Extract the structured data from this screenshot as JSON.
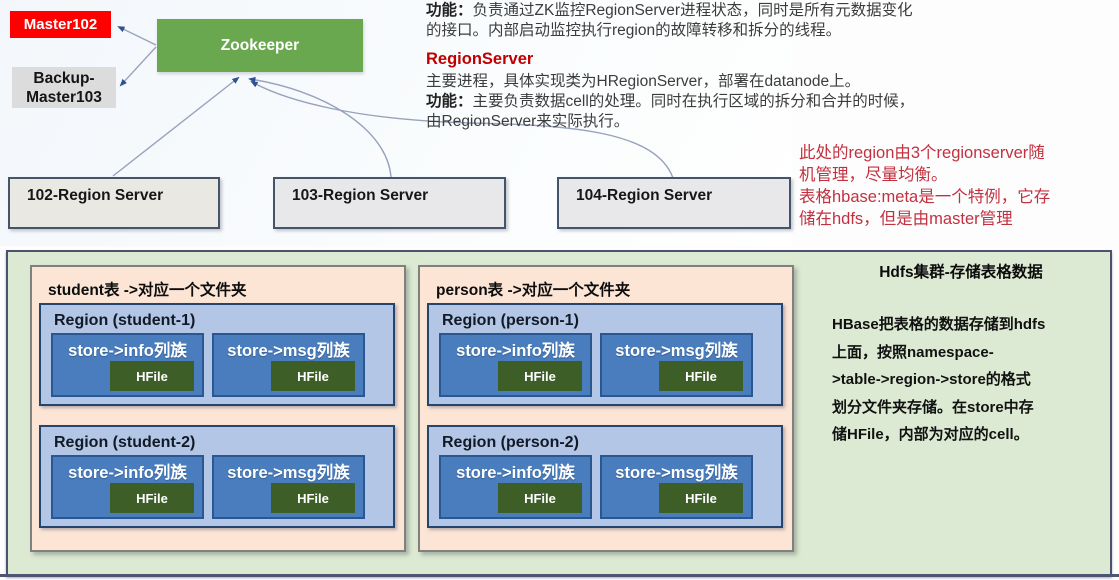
{
  "nodes": {
    "master": "Master102",
    "backup_line1": "Backup-",
    "backup_line2": "Master103",
    "zookeeper": "Zookeeper",
    "region_servers": [
      "102-Region Server",
      "103-Region Server",
      "104-Region Server"
    ]
  },
  "master_info": {
    "label": "功能：",
    "line1": "负责通过ZK监控RegionServer进程状态，同时是所有元数据变化",
    "line2": "的接口。内部启动监控执行region的故障转移和拆分的线程。"
  },
  "regionserver_info": {
    "heading": "RegionServer",
    "line1": "主要进程，具体实现类为HRegionServer，部署在datanode上。",
    "label": "功能：",
    "line2": "主要负责数据cell的处理。同时在执行区域的拆分和合并的时候，",
    "line3": "由RegionServer来实际执行。"
  },
  "red_note": {
    "line1": "此处的region由3个regionserver随",
    "line2": "机管理，尽量均衡。",
    "line3": "表格hbase:meta是一个特例，它存",
    "line4": "储在hdfs，但是由master管理"
  },
  "hdfs_panel": {
    "title": "Hdfs集群-存储表格数据",
    "body_line1": "HBase把表格的数据存储到hdfs",
    "body_line2": "上面，按照namespace-",
    "body_line3": ">table->region->store的格式",
    "body_line4": "划分文件夹存储。在store中存",
    "body_line5": "储HFile，内部为对应的cell。"
  },
  "tables": [
    {
      "title": "student表 ->对应一个文件夹",
      "regions": [
        {
          "title": "Region (student-1)",
          "stores": [
            {
              "label": "store->info列族",
              "file": "HFile"
            },
            {
              "label": "store->msg列族",
              "file": "HFile"
            }
          ]
        },
        {
          "title": "Region (student-2)",
          "stores": [
            {
              "label": "store->info列族",
              "file": "HFile"
            },
            {
              "label": "store->msg列族",
              "file": "HFile"
            }
          ]
        }
      ]
    },
    {
      "title": "person表 ->对应一个文件夹",
      "regions": [
        {
          "title": "Region (person-1)",
          "stores": [
            {
              "label": "store->info列族",
              "file": "HFile"
            },
            {
              "label": "store->msg列族",
              "file": "HFile"
            }
          ]
        },
        {
          "title": "Region (person-2)",
          "stores": [
            {
              "label": "store->info列族",
              "file": "HFile"
            },
            {
              "label": "store->msg列族",
              "file": "HFile"
            }
          ]
        }
      ]
    }
  ],
  "colors": {
    "master_bg": "#fe0000",
    "backup_bg": "#dcdcdc",
    "zookeeper_bg": "#6aa84f",
    "region_server_bg": "#e9e8e3",
    "cluster_bg": "#dcead3",
    "table_bg": "#fce5d5",
    "region_bg": "#b3c6e6",
    "store_bg": "#4a7dbd",
    "hfile_bg": "#3d5e26",
    "heading_red": "#c00000",
    "note_red": "#c23140",
    "border_navy": "#44546a"
  }
}
